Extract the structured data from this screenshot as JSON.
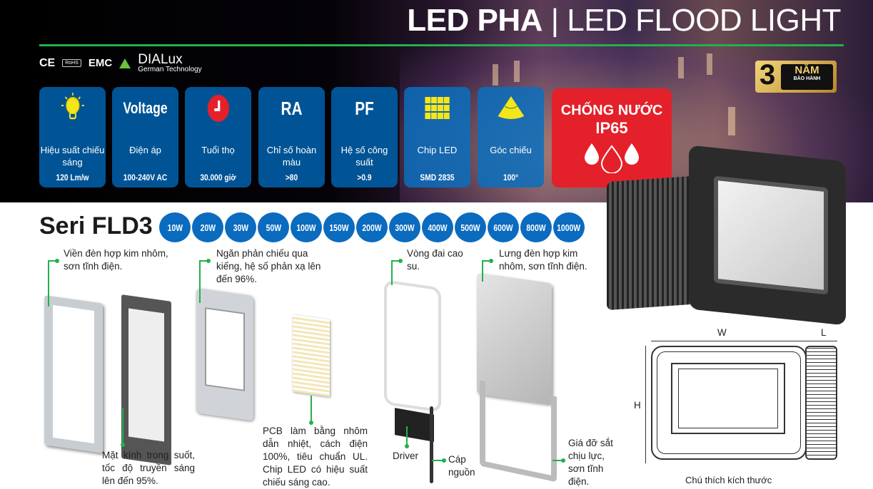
{
  "header": {
    "title_bold": "LED PHA",
    "title_light": "| LED FLOOD LIGHT"
  },
  "certifications": {
    "ce": "CE",
    "rohs": "RoHS",
    "emc": "EMC",
    "dialux": "DIALux",
    "dialux_sub": "German Technology"
  },
  "warranty": {
    "years": "3",
    "label": "NĂM",
    "sub": "BẢO HÀNH"
  },
  "specs": [
    {
      "icon": "lightbulb-icon",
      "label": "Hiệu suất chiếu sáng",
      "value": "120 Lm/w"
    },
    {
      "icon_text": "Voltage",
      "label": "Điện áp",
      "value": "100-240V AC"
    },
    {
      "icon": "clock-icon",
      "label": "Tuổi thọ",
      "value": "30.000 giờ"
    },
    {
      "icon_text": "RA",
      "label": "Chỉ số hoàn màu",
      "value": ">80"
    },
    {
      "icon_text": "PF",
      "label": "Hệ số công suất",
      "value": ">0.9"
    },
    {
      "icon": "chip-grid-icon",
      "label": "Chip LED",
      "value": "SMD 2835"
    },
    {
      "icon": "beam-angle-icon",
      "label": "Góc chiếu",
      "value": "100°"
    }
  ],
  "waterproof": {
    "line1": "CHỐNG NƯỚC",
    "line2": "IP65"
  },
  "series": {
    "title": "Seri FLD3",
    "wattages": [
      "10W",
      "20W",
      "30W",
      "50W",
      "100W",
      "150W",
      "200W",
      "300W",
      "400W",
      "500W",
      "600W",
      "800W",
      "1000W"
    ]
  },
  "parts": {
    "frame": "Viền đèn hợp kim nhôm, sơn tĩnh điện.",
    "glass": "Mặt kính trong suốt, tốc độ truyền sáng lên đến 95%.",
    "reflector": "Ngăn phản chiếu qua kiếng, hệ số phản xạ lên đến 96%.",
    "pcb": "PCB làm bằng nhôm dẫn nhiệt, cách điện 100%, tiêu chuẩn UL. Chip LED có hiệu suất chiếu sáng cao.",
    "gasket": "Vòng đai cao su.",
    "driver": "Driver",
    "cable": "Cáp nguồn",
    "housing": "Lưng đèn hợp kim nhôm, sơn tĩnh điện.",
    "bracket": "Giá đỡ sắt chịu lực, sơn tĩnh điện."
  },
  "dimensions": {
    "w": "W",
    "l": "L",
    "h": "H",
    "caption": "Chú thích kích thước"
  },
  "colors": {
    "card_blue": "#005aa0",
    "red": "#e4202a",
    "green": "#22b14c",
    "bubble": "#0a6bbf"
  }
}
